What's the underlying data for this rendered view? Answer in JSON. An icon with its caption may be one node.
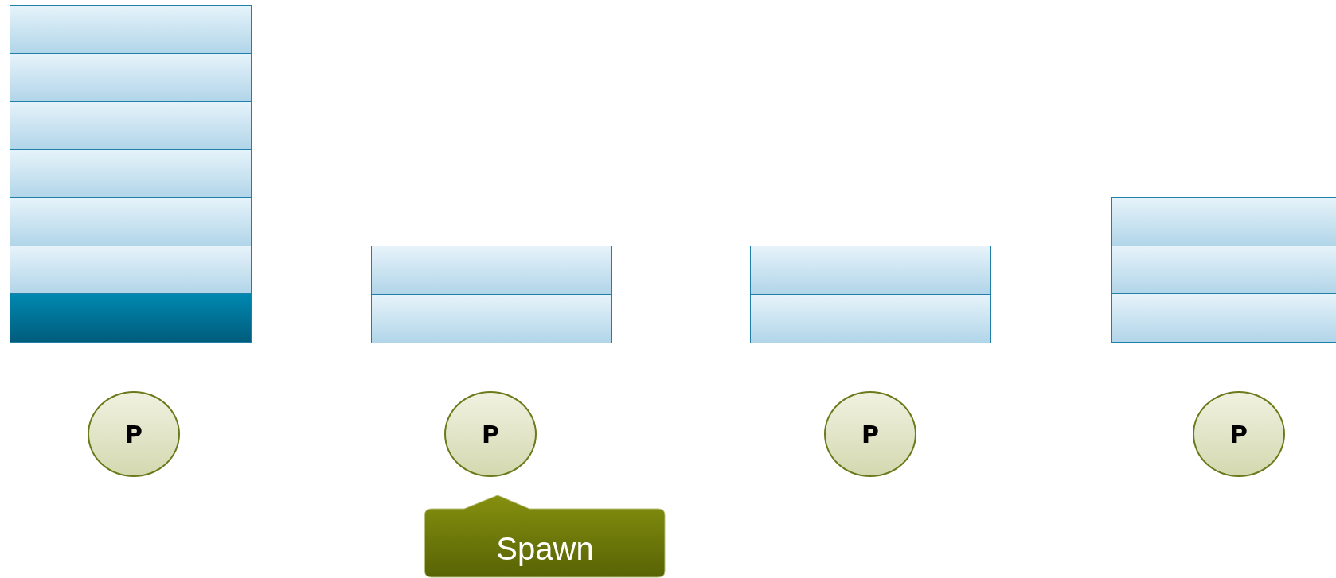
{
  "diagram": {
    "nodes": [
      {
        "text": [],
        "shape": "box"
      },
      {
        "text": [],
        "shape": "box"
      },
      {
        "text": [],
        "shape": "box"
      },
      {
        "text": [],
        "shape": "box"
      },
      {
        "text": [],
        "shape": "box"
      },
      {
        "text": [],
        "shape": "box"
      },
      {
        "text": [],
        "shape": "box"
      },
      {
        "text": [],
        "shape": "box"
      },
      {
        "text": [],
        "shape": "box"
      },
      {
        "text": [],
        "shape": "box"
      },
      {
        "text": [],
        "shape": "box"
      },
      {
        "text": [],
        "shape": "box"
      },
      {
        "text": [],
        "shape": "box"
      },
      {
        "text": [],
        "shape": "box"
      },
      {
        "text": [
          "P"
        ]
      },
      {
        "text": [
          "P"
        ]
      },
      {
        "text": [
          "P"
        ]
      },
      {
        "text": [
          "P"
        ]
      },
      {
        "text": [
          "Spawn"
        ]
      }
    ]
  }
}
